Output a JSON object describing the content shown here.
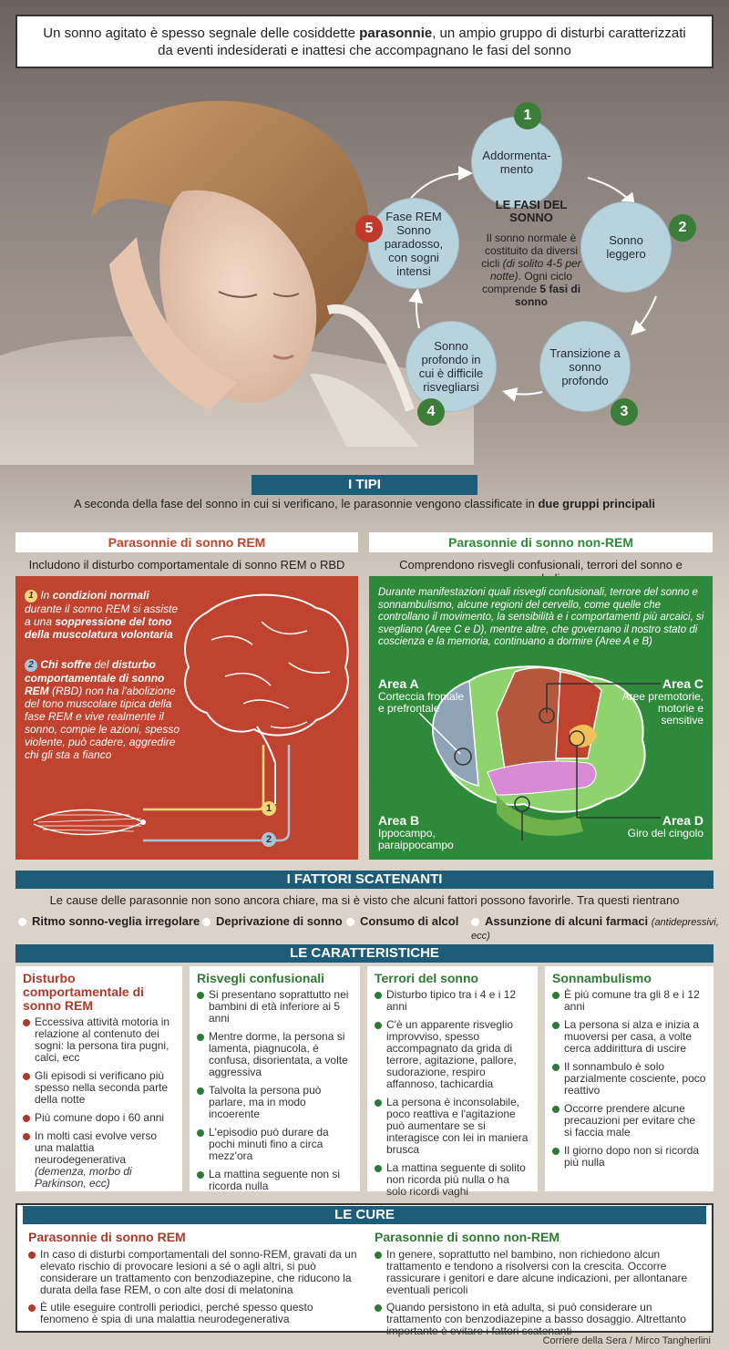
{
  "intro": {
    "line1_a": "Un sonno agitato è spesso segnale delle cosiddette ",
    "line1_bold": "parasonnie",
    "line1_b": ", un ampio gruppo di disturbi caratterizzati",
    "line2": "da eventi indesiderati e inattesi che accompagnano le fasi del sonno"
  },
  "cycle": {
    "title": "LE FASI DEL SONNO",
    "desc_a": "Il sonno normale è costituito da diversi cicli ",
    "desc_italic": "(di solito 4-5 per notte)",
    "desc_b": ". Ogni ciclo comprende ",
    "desc_bold": "5 fasi di sonno",
    "phases": [
      {
        "num": "1",
        "label": "Addormenta-mento"
      },
      {
        "num": "2",
        "label": "Sonno leggero"
      },
      {
        "num": "3",
        "label": "Transizione a sonno profondo"
      },
      {
        "num": "4",
        "label": "Sonno profondo in cui è difficile risvegliarsi"
      },
      {
        "num": "5",
        "label": "Fase REM Sonno paradosso, con sogni intensi"
      }
    ]
  },
  "tipi": {
    "header": "I TIPI",
    "sub_a": "A seconda della fase del sonno in cui si verificano, le parasonnie vengono classificate in ",
    "sub_bold": "due gruppi principali"
  },
  "rem": {
    "title": "Parasonnie di sonno REM",
    "sub": "Includono il disturbo comportamentale di sonno REM o RBD",
    "p1_a": "In ",
    "p1_bold1": "condizioni normali",
    "p1_b": " durante il sonno REM si assiste a una ",
    "p1_bold2": "soppressione del tono della muscolatura volontaria",
    "p2_bold1": "Chi soffre",
    "p2_a": " del ",
    "p2_bold2": "disturbo comportamentale di sonno REM",
    "p2_b": " (RBD) non ha l'abolizione del tono muscolare tipica della fase REM e vive realmente il sonno, compie le azioni, spesso violente, può cadere, aggredire chi gli sta a fianco",
    "mark1": "1",
    "mark2": "2"
  },
  "nrem": {
    "title": "Parasonnie di sonno non-REM",
    "sub": "Comprendono risvegli confusionali, terrori del sonno e sonnambulismo",
    "desc": "Durante manifestazioni quali risvegli confusionali, terrore del sonno e sonnambulismo, alcune regioni del cervello, come quelle che controllano il movimento, la sensibilità e i comportamenti più arcaici, si svegliano (Aree C e D), mentre altre, che governano il nostro stato di coscienza e la memoria, continuano a dormire (Aree A e B)",
    "areaA": "Area A",
    "areaA_desc": "Corteccia frontale e prefrontale",
    "areaB": "Area B",
    "areaB_desc": "Ippocampo, paraippocampo",
    "areaC": "Area C",
    "areaC_desc": "Aree premotorie, motorie e sensitive",
    "areaD": "Area D",
    "areaD_desc": "Giro del cingolo"
  },
  "fattori": {
    "header": "I FATTORI SCATENANTI",
    "sub": "Le cause delle parasonnie non sono ancora chiare, ma si è visto che alcuni fattori possono favorirle. Tra questi rientrano",
    "items": [
      "Ritmo sonno-veglia irregolare",
      "Deprivazione di sonno",
      "Consumo di alcol",
      "Assunzione di alcuni farmaci"
    ],
    "items_note": "(antidepressivi, ecc)"
  },
  "caratteristiche": {
    "header": "LE CARATTERISTICHE",
    "cols": [
      {
        "title": "Disturbo comportamentale di sonno REM",
        "items": [
          "Eccessiva attività motoria in relazione al contenuto dei sogni: la persona tira pugni, calci, ecc",
          "Gli episodi si verificano più spesso nella seconda parte della notte",
          "Più comune dopo i 60 anni",
          "In molti casi evolve verso una malattia neurodegenerativa"
        ],
        "note": "(demenza, morbo di Parkinson, ecc)"
      },
      {
        "title": "Risvegli confusionali",
        "items": [
          "Si presentano soprattutto nei bambini di età inferiore ai 5 anni",
          "Mentre dorme, la persona si lamenta, piagnucola, è confusa, disorientata, a volte aggressiva",
          "Talvolta la persona può parlare, ma in modo incoerente",
          "L'episodio può durare da pochi minuti fino a circa mezz'ora",
          "La mattina seguente non si ricorda nulla"
        ]
      },
      {
        "title": "Terrori del sonno",
        "items": [
          "Disturbo tipico tra i 4 e i 12 anni",
          "C'è un apparente risveglio improvviso, spesso accompagnato da grida di terrore, agitazione, pallore, sudorazione, respiro affannoso, tachicardia",
          "La persona è inconsolabile, poco reattiva e l'agitazione può aumentare se si interagisce con lei in maniera brusca",
          "La mattina seguente di solito non ricorda più nulla o ha solo ricordi vaghi"
        ]
      },
      {
        "title": "Sonnambulismo",
        "items": [
          "È più comune tra gli 8 e i 12 anni",
          "La persona si alza e inizia a muoversi per casa, a volte cerca addirittura di uscire",
          "Il sonnambulo è solo parzialmente cosciente, poco reattivo",
          "Occorre prendere alcune precauzioni per evitare che si faccia male",
          "Il giorno dopo non si ricorda più nulla"
        ]
      }
    ]
  },
  "cure": {
    "header": "LE CURE",
    "rem_title": "Parasonnie di sonno REM",
    "rem_items": [
      "In caso di disturbi comportamentali del sonno-REM, gravati da un elevato rischio di provocare lesioni a sé o agli altri, si può considerare un trattamento con benzodiazepine, che riducono la durata della fase REM, o con alte dosi di melatonina",
      "È utile eseguire controlli periodici, perché spesso questo fenomeno è spia di una malattia neurodegenerativa"
    ],
    "nrem_title": "Parasonnie di sonno non-REM",
    "nrem_items": [
      "In genere, soprattutto nel bambino, non richiedono alcun trattamento e tendono a risolversi con la crescita. Occorre rassicurare i genitori e dare alcune indicazioni, per allontanare eventuali pericoli",
      "Quando persistono in età adulta, si può considerare un trattamento con benzodiazepine a basso dosaggio. Altrettanto importante è evitare i fattori scatenanti"
    ]
  },
  "credit": "Corriere della Sera / Mirco Tangherlini",
  "colors": {
    "red": "#c0432f",
    "green": "#2e8a3a",
    "blue": "#1e5d7a",
    "cycle": "#b9d3dd"
  }
}
